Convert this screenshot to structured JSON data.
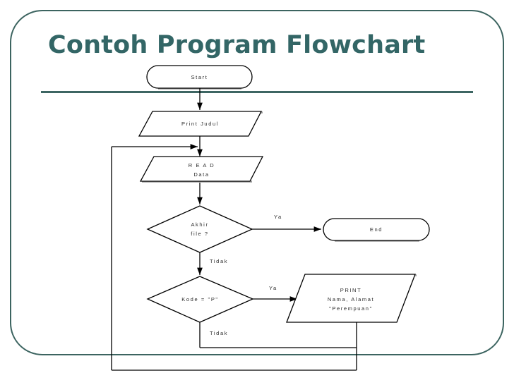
{
  "slide": {
    "title": "Contoh Program Flowchart",
    "accent_color": "#336666",
    "frame_color": "#3c6460",
    "rule_color": "#3d6663",
    "line_color": "#000000",
    "shadow_color": "#9a9a9a",
    "background": "#ffffff"
  },
  "flowchart": {
    "nodes": [
      {
        "id": "start",
        "type": "terminator",
        "label": "Start"
      },
      {
        "id": "print-judul",
        "type": "input-output",
        "label": "Print Judul"
      },
      {
        "id": "read-data",
        "type": "input-output",
        "label": "R E A D\nData"
      },
      {
        "id": "akhir-file",
        "type": "decision",
        "label": "Akhir\nfile ?"
      },
      {
        "id": "end",
        "type": "terminator",
        "label": "End"
      },
      {
        "id": "kode-p",
        "type": "decision",
        "label": "Kode = \"P\""
      },
      {
        "id": "print-nama",
        "type": "input-output",
        "label": "PRINT\nNama, Alamat\n\"Perempuan\""
      }
    ],
    "edge_labels": [
      {
        "id": "akhir-ya",
        "text": "Ya"
      },
      {
        "id": "akhir-tidak",
        "text": "Tidak"
      },
      {
        "id": "kode-ya",
        "text": "Ya"
      },
      {
        "id": "kode-tidak",
        "text": "Tidak"
      }
    ]
  }
}
